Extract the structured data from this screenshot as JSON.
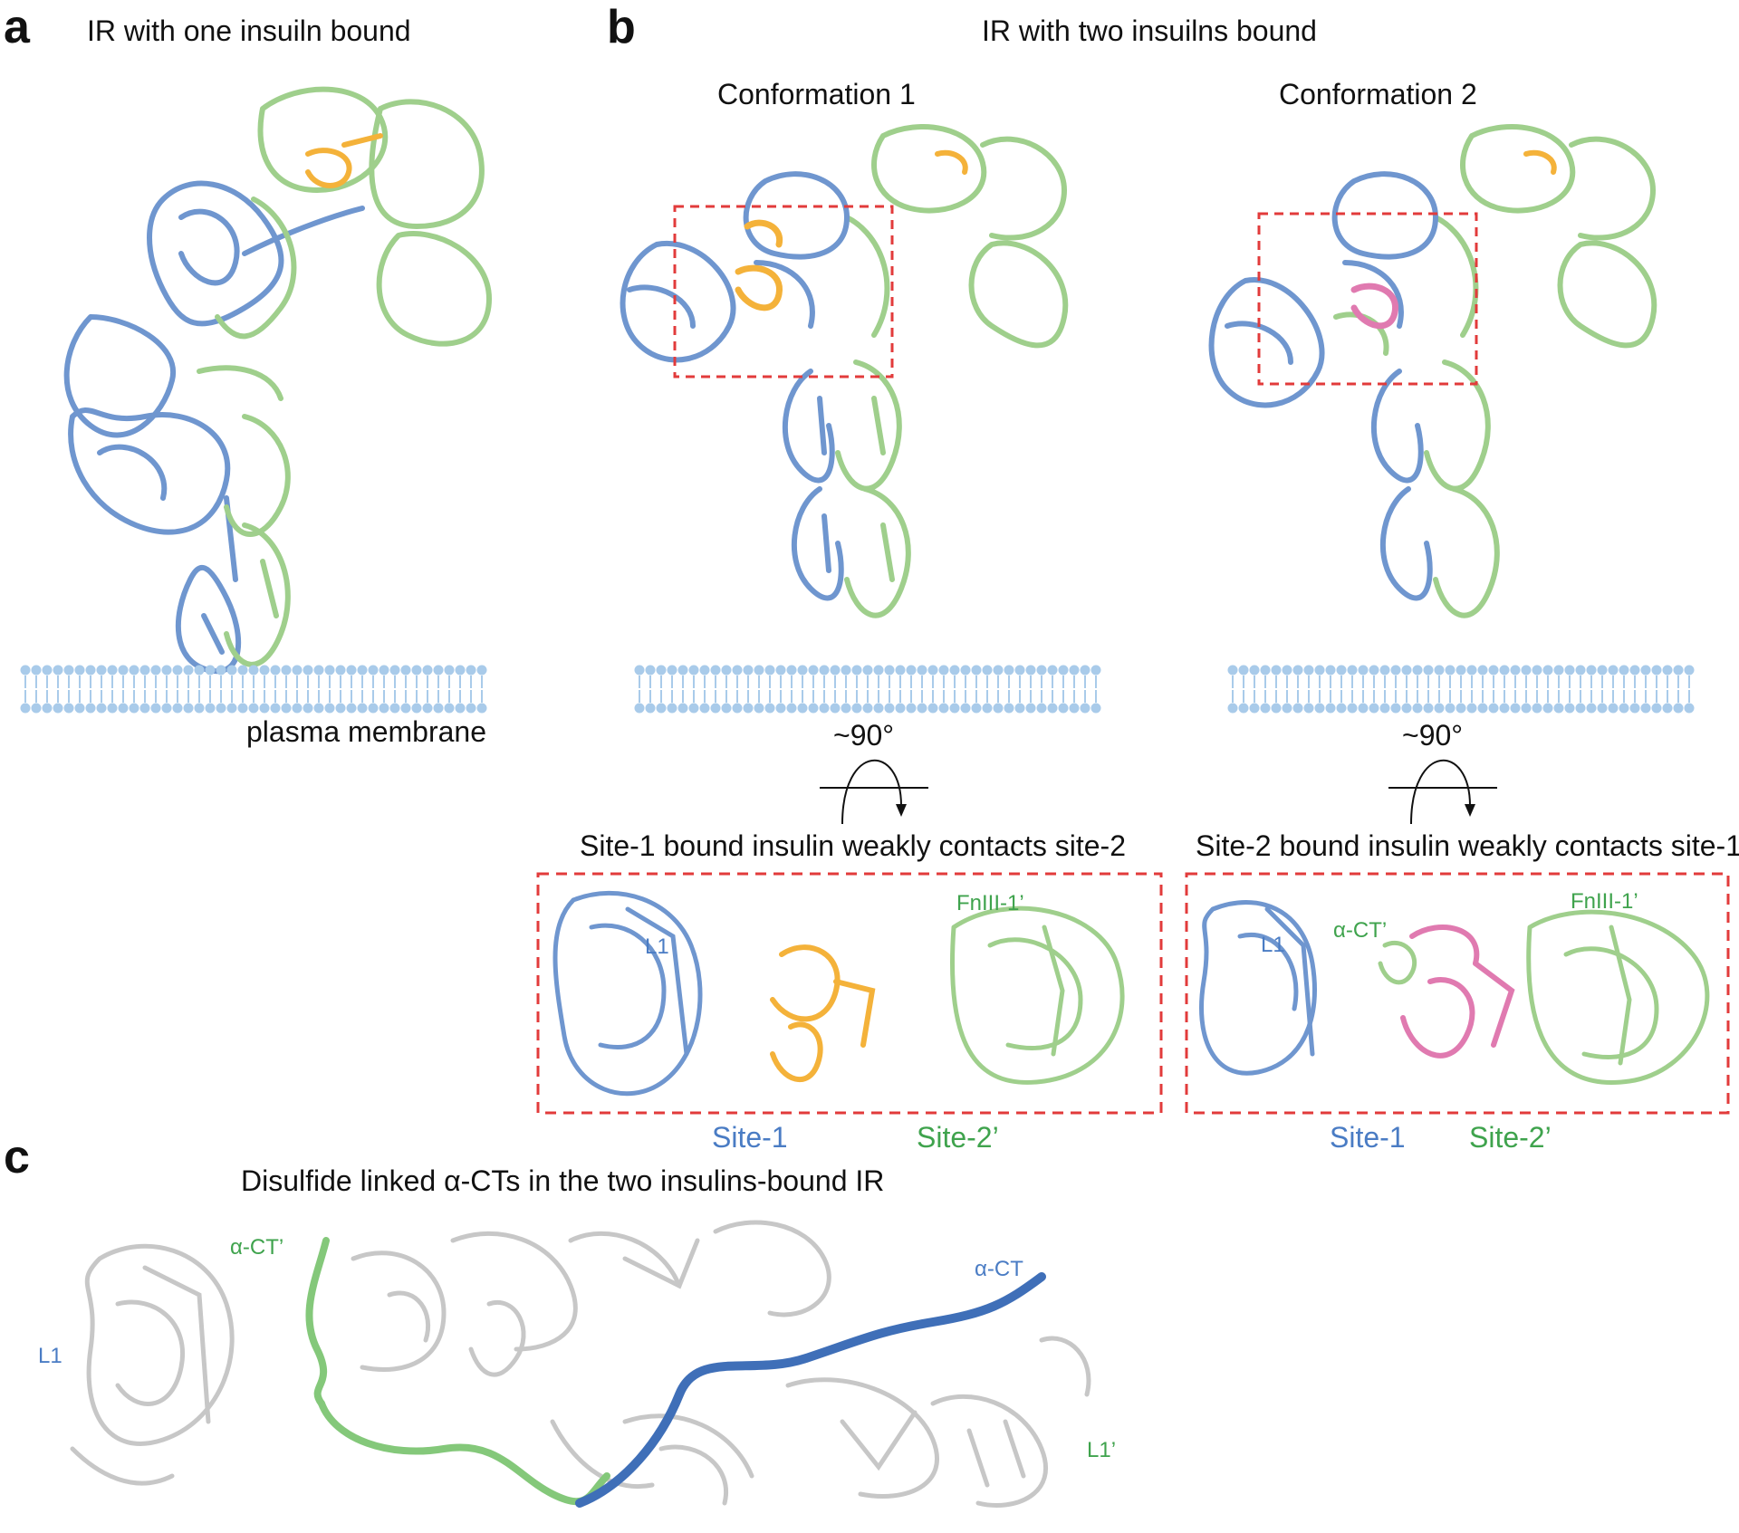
{
  "panel_a": {
    "letter": "a",
    "title": "IR with one insuiln bound",
    "membrane_label": "plasma membrane"
  },
  "panel_b": {
    "letter": "b",
    "title": "IR with two insuilns bound",
    "conformation_1": {
      "title": "Conformation 1",
      "rotation": "~90°",
      "zoom_caption": "Site-1 bound insulin weakly contacts site-2",
      "labels": {
        "l1": "L1",
        "fniii": "FnIII-1’",
        "site1": "Site-1",
        "site2": "Site-2’"
      }
    },
    "conformation_2": {
      "title": "Conformation 2",
      "rotation": "~90°",
      "zoom_caption": "Site-2 bound insulin weakly contacts site-1",
      "labels": {
        "l1": "L1",
        "act": "α-CT’",
        "fniii": "FnIII-1’",
        "site1": "Site-1",
        "site2": "Site-2’"
      }
    }
  },
  "panel_c": {
    "letter": "c",
    "title": "Disulfide linked α-CTs in the two insulins-bound IR",
    "labels": {
      "l1": "L1",
      "act_prime": "α-CT’",
      "act": "α-CT",
      "l1_prime": "L1’"
    }
  },
  "colors": {
    "blue_chain": "#6f96cf",
    "green_chain": "#9fcf8c",
    "insulin_orange": "#f4b23a",
    "insulin_pink": "#e07ab0",
    "membrane": "#a9cbea",
    "box_red": "#e23b3b",
    "grey_chain": "#bdbdbd"
  }
}
